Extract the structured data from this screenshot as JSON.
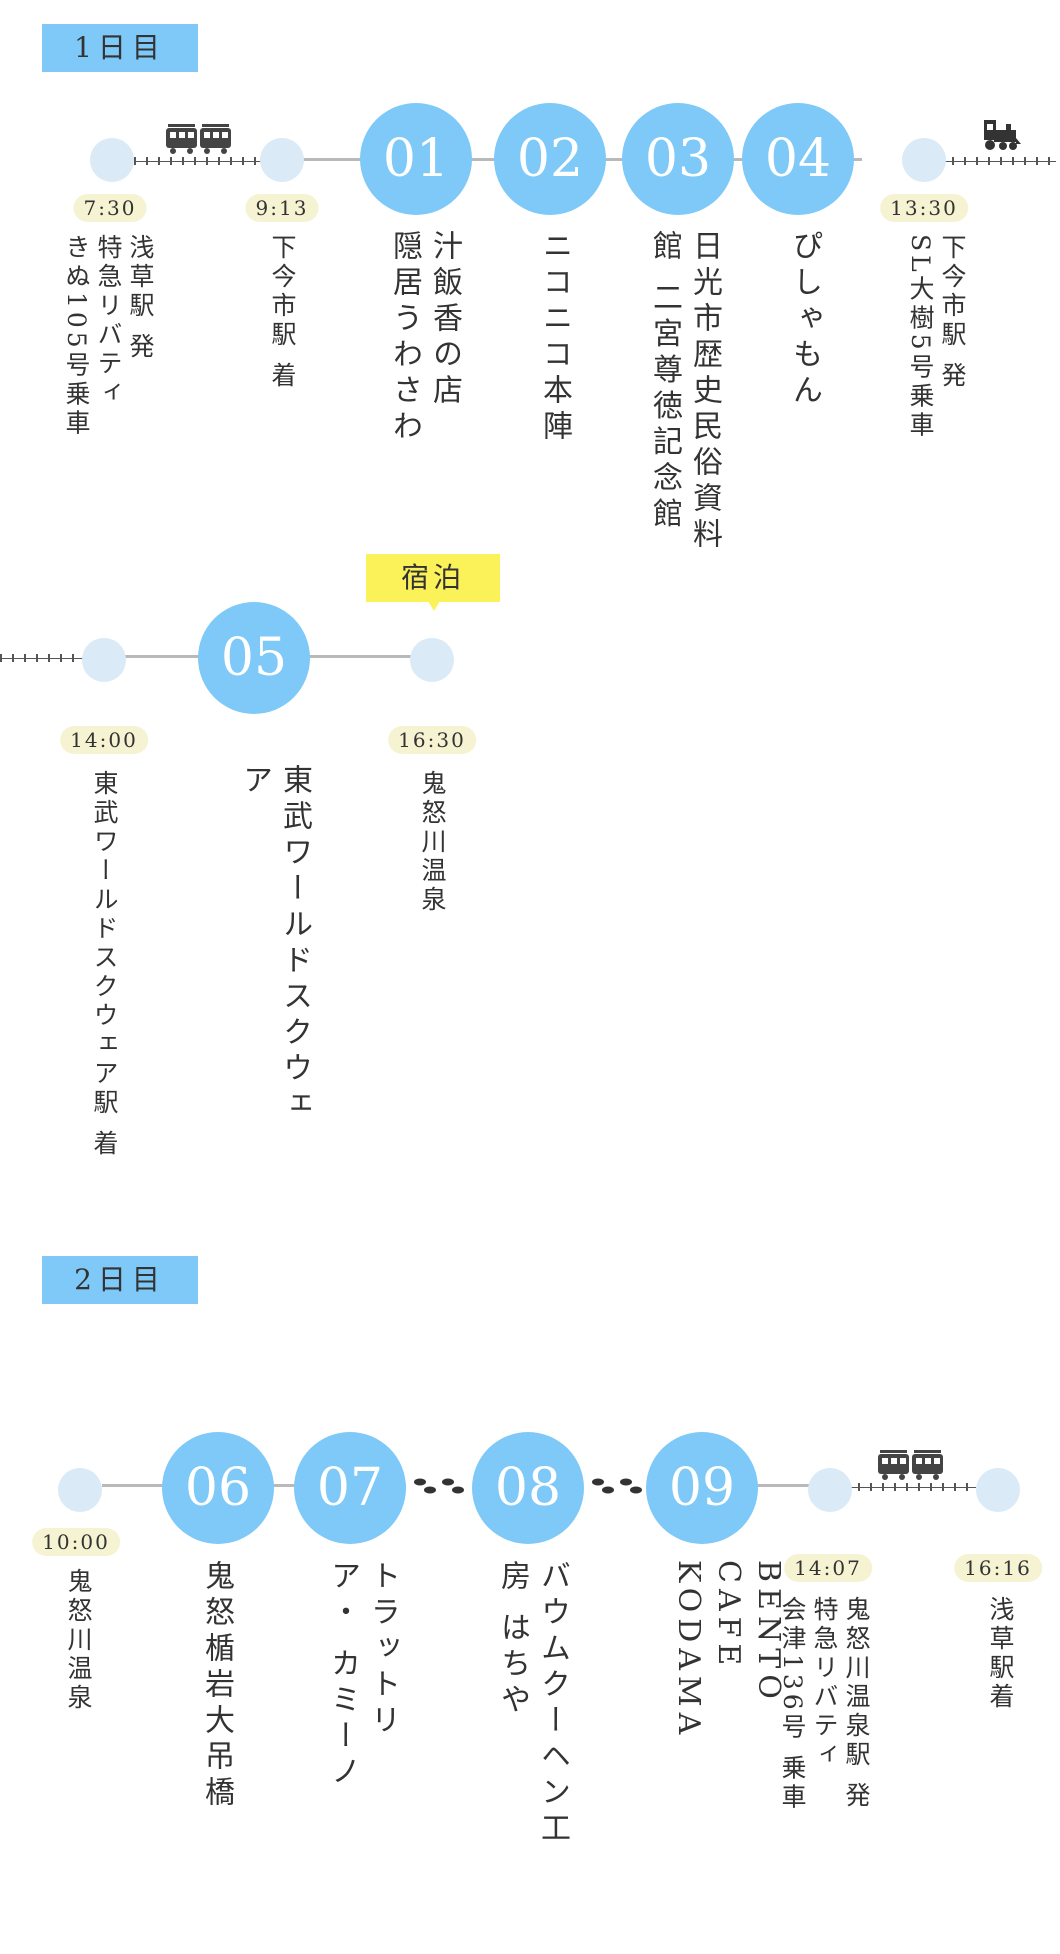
{
  "day1": {
    "label": "1日目",
    "stops": [
      {
        "number": "01",
        "name": "汁飯香の店 隠居うわさわ"
      },
      {
        "number": "02",
        "name": "ニコニコ本陣"
      },
      {
        "number": "03",
        "name": "日光市歴史民俗資料館 二宮尊徳記念館"
      },
      {
        "number": "04",
        "name": "ぴしゃもん"
      }
    ],
    "transits": [
      {
        "time": "7:30",
        "lines": [
          "浅草駅 発",
          "特急リバティ",
          "きぬ105号乗車"
        ]
      },
      {
        "time": "9:13",
        "lines": [
          "下今市駅 着"
        ]
      },
      {
        "time": "13:30",
        "lines": [
          "下今市駅 発",
          "SL大樹5号乗車"
        ]
      }
    ]
  },
  "day1b": {
    "stop": {
      "number": "05",
      "name": "東武ワールドスクウェア"
    },
    "stay_label": "宿泊",
    "transits": [
      {
        "time": "14:00",
        "lines": [
          "東武ワールドスクウェア駅 着"
        ]
      },
      {
        "time": "16:30",
        "lines": [
          "鬼怒川温泉"
        ]
      }
    ]
  },
  "day2": {
    "label": "2日目",
    "stops": [
      {
        "number": "06",
        "name": "鬼怒楯岩大吊橋"
      },
      {
        "number": "07",
        "name": "トラットリア・ カミーノ"
      },
      {
        "number": "08",
        "name": "バウムクーヘン工房 はちや"
      },
      {
        "number": "09",
        "name": "BENTO CAFE KODAMA"
      }
    ],
    "transits": [
      {
        "time": "10:00",
        "lines": [
          "鬼怒川温泉"
        ]
      },
      {
        "time": "14:07",
        "lines": [
          "鬼怒川温泉駅 発",
          "特急リバティ",
          "会津136号 乗車"
        ]
      },
      {
        "time": "16:16",
        "lines": [
          "浅草駅着"
        ]
      }
    ]
  },
  "icons": {
    "train": "train-icon",
    "steam_locomotive": "steam-locomotive-icon",
    "footsteps": "footsteps-icon"
  },
  "colors": {
    "accent": "#7ec9f8",
    "dot": "#daeaf7",
    "time_badge": "#f6f3d2",
    "stay_badge": "#fbf25a"
  }
}
